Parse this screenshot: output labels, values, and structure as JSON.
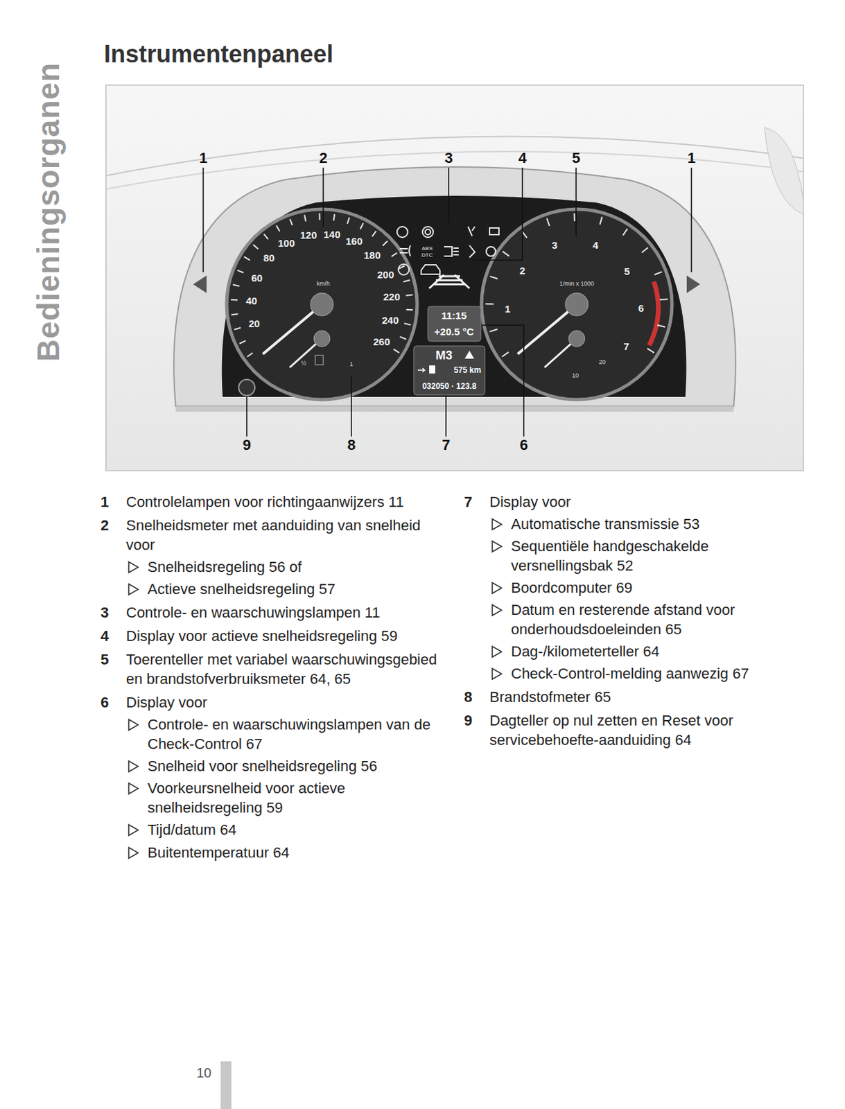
{
  "diagram": {
    "title": "Instrumentenpaneel",
    "labels": [
      "Bedieningsorganen",
      "1",
      "2",
      "3",
      "4",
      "5",
      "1",
      "9",
      "8",
      "7",
      "6",
      "20",
      "40",
      "60",
      "80",
      "100",
      "120",
      "140",
      "160",
      "180",
      "200",
      "220",
      "240",
      "260",
      "km/h",
      "3",
      "4",
      "5",
      "6",
      "7",
      "2",
      "1",
      "1/min x 1000",
      "10",
      "20",
      "ABS",
      "DTC",
      "11:15",
      "+20.5 °C",
      "M3",
      "575 km",
      "032050 · 123.8",
      "½",
      "1",
      "1",
      "Controlelampen voor richtingaanwijzers 11",
      "2",
      "Snelheidsmeter met aanduiding van snelheid voor",
      "Snelheidsregeling 56 of",
      "Actieve snelheidsregeling 57",
      "3",
      "Controle- en waarschuwingslampen 11",
      "4",
      "Display voor actieve snelheidsregeling 59",
      "5",
      "Toerenteller met variabel waarschuwingsgebied en brandstofverbruiksmeter 64, 65",
      "6",
      "Display voor",
      "Controle- en waarschuwingslampen van de Check-Control 67",
      "Snelheid voor snelheidsregeling 56",
      "Voorkeursnelheid voor actieve snelheidsregeling 59",
      "Tijd/datum 64",
      "Buitentemperatuur 64",
      "7",
      "Display voor",
      "Automatische transmissie 53",
      "Sequentiële handgeschakelde versnellingsbak 52",
      "Boordcomputer 69",
      "Datum en resterende afstand voor onderhoudsdoeleinden 65",
      "Dag-/kilometerteller 64",
      "Check-Control-melding aanwezig 67",
      "8",
      "Brandstofmeter 65",
      "9",
      "Dagteller op nul zetten en Reset voor servicebehoefte-aanduiding 64",
      "10"
    ]
  }
}
